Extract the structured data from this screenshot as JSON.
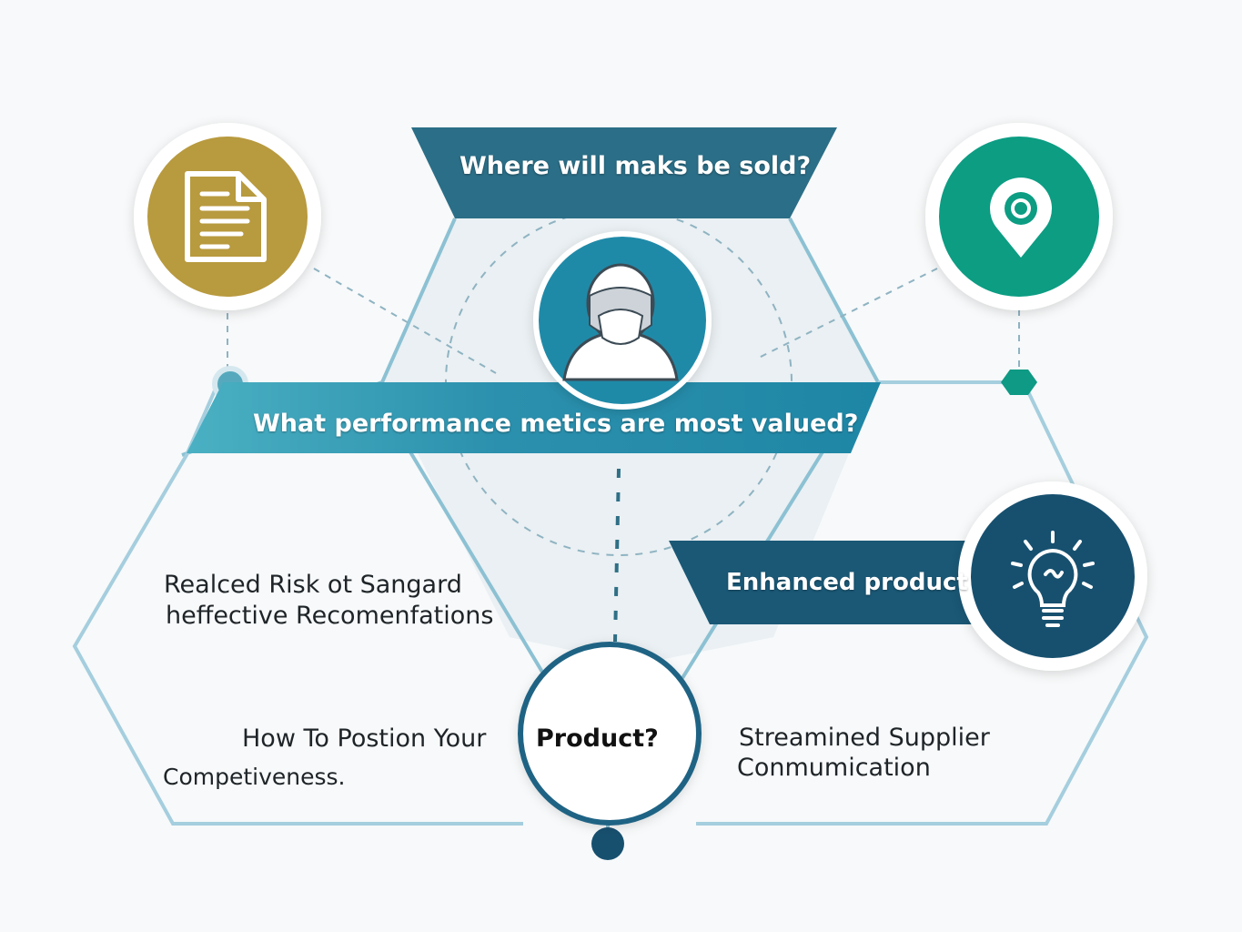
{
  "colors": {
    "background": "#f7f9fa",
    "hexagon_stroke": "#8cc1d3",
    "dark_teal": "#2b6e87",
    "mid_teal": "#1f8aa8",
    "dark_navy": "#17506f",
    "gold": "#b89a3f",
    "green": "#0c9d83"
  },
  "icons": {
    "document": "document-icon",
    "location": "location-pin-icon",
    "person": "person-avatar-icon",
    "lightbulb": "lightbulb-icon"
  },
  "banners": {
    "top": "Where will maks be sold?",
    "middle": "What performance metics are most valued?",
    "right": "Enhanced product"
  },
  "texts": {
    "left_line1": "Realced Risk ot Sangard",
    "left_line2": "heffective Recomenfations",
    "position_prefix": "How To Postion Your",
    "position_bold": "Product?",
    "competitiveness": "Competiveness.",
    "right_line1": "Streamined Supplier",
    "right_line2": "Conmumication"
  }
}
